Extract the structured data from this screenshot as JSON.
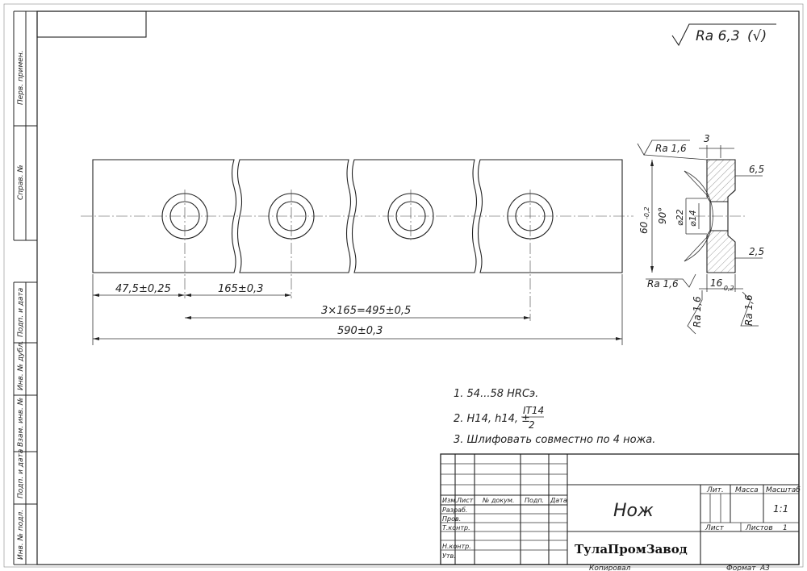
{
  "side_stamp": {
    "perv_primen": "Перв. примен.",
    "sprav_no": "Справ. №",
    "podp_i_data_1": "Подп. и дата",
    "inv_no_dubl": "Инв. № дубл.",
    "vzam_inv_no": "Взам. инв. №",
    "podp_i_data_2": "Подп. и дата",
    "inv_no_podl": "Инв. № подл."
  },
  "roughness_general": {
    "value": "Ra 6,3",
    "suffix": "(√)"
  },
  "dimensions": {
    "pitch_first": "47,5±0,25",
    "pitch": "165±0,3",
    "pitch_total": "3×165=495±0,5",
    "length": "590±0,3",
    "width_main": "60",
    "width_tol": "-0,2",
    "angle": "90°",
    "dia_22": "⌀22",
    "dia_14": "⌀14",
    "section_3": "3",
    "section_6_5": "6,5",
    "section_2_5": "2,5",
    "thickness": "16",
    "thickness_tol": "-0,2",
    "ra_top": "Ra 1,6",
    "ra_bottom": "Ra 1,6",
    "ra_side_left": "Ra 1,6",
    "ra_side_right": "Ra 1,6"
  },
  "notes": {
    "n1": "1. 54...58 HRCэ.",
    "n2_prefix": "2. H14, h14, ±",
    "n2_num": "IT14",
    "n2_den": "2",
    "n3": "3. Шлифовать совместно по 4 ножа."
  },
  "title_block": {
    "col_izm": "Изм.",
    "col_list": "Лист",
    "col_doc": "№ докум.",
    "col_podp": "Подп.",
    "col_data": "Дата",
    "row_razrab": "Разраб.",
    "row_prov": "Пров.",
    "row_tkontr": "Т.контр.",
    "row_nkontr": "Н.контр.",
    "row_utv": "Утв.",
    "part_name": "Нож",
    "company": "ТулаПромЗавод",
    "lit": "Лит.",
    "massa": "Масса",
    "masshtab": "Масштаб",
    "scale_value": "1:1",
    "list": "Лист",
    "listov": "Листов",
    "listov_value": "1",
    "kopiroval": "Копировал",
    "format": "Формат",
    "format_value": "A3"
  }
}
